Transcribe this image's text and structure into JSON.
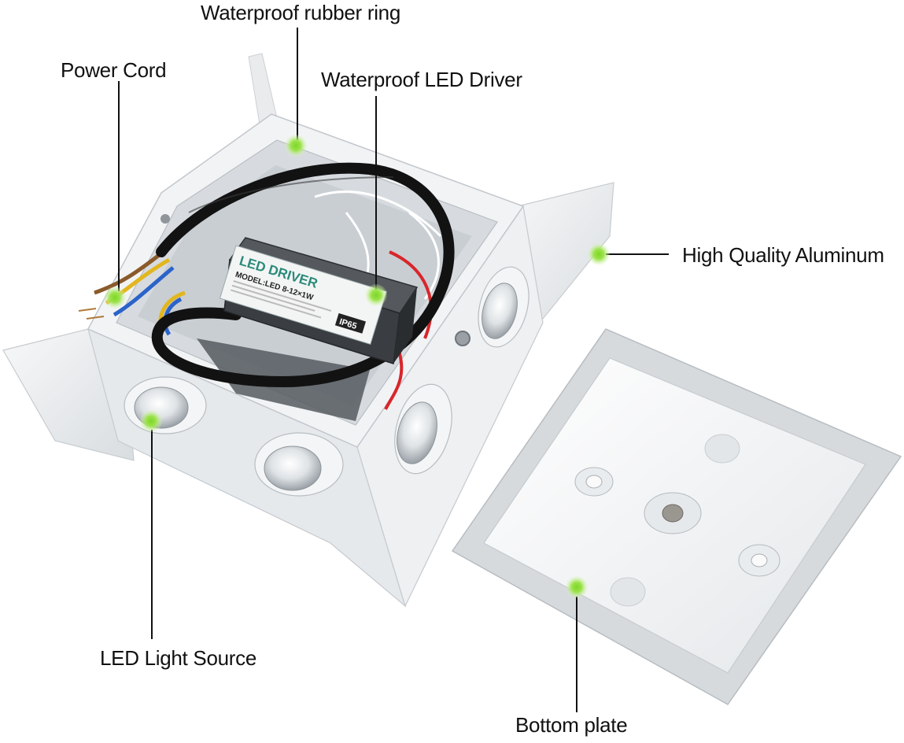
{
  "labels": {
    "rubber_ring": "Waterproof rubber ring",
    "power_cord": "Power Cord",
    "led_driver": "Waterproof LED Driver",
    "aluminum": "High Quality Aluminum",
    "light_source": "LED Light Source",
    "bottom_plate": "Bottom plate"
  },
  "driver_box": {
    "title": "LED DRIVER",
    "model": "MODEL:LED 8-12×1W",
    "rating": "IP65"
  },
  "colors": {
    "marker": "#9be34a",
    "callout_line": "#111111",
    "housing": "#eceef0",
    "driver_body": "#3a3d41",
    "cable": "#121212"
  }
}
